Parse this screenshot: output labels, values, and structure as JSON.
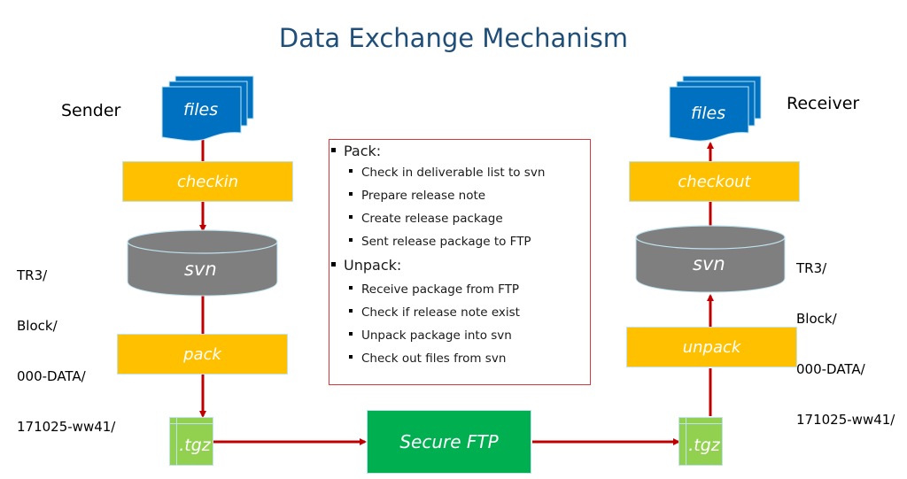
{
  "title": "Data Exchange Mechanism",
  "sender": {
    "label": "Sender",
    "files": "files",
    "checkin": "checkin",
    "svn": "svn",
    "svn_path": [
      "TR3/",
      "Block/",
      "000-DATA/",
      "171025-ww41/"
    ],
    "pack": "pack",
    "tgz": ".tgz"
  },
  "receiver": {
    "label": "Receiver",
    "files": "files",
    "checkout": "checkout",
    "svn": "svn",
    "svn_path": [
      "TR3/",
      "Block/",
      "000-DATA/",
      "171025-ww41/"
    ],
    "unpack": "unpack",
    "tgz": ".tgz"
  },
  "transfer": {
    "label": "Secure FTP"
  },
  "steps": {
    "pack": {
      "heading": "Pack:",
      "items": [
        "Check in deliverable list to svn",
        "Prepare release note",
        "Create release package",
        "Sent release package to FTP"
      ]
    },
    "unpack": {
      "heading": "Unpack:",
      "items": [
        "Receive package from FTP",
        "Check if release note exist",
        "Unpack package into svn",
        "Check out files from svn"
      ]
    }
  },
  "colors": {
    "title": "#1f4e79",
    "files": "#0070c0",
    "step_box": "#ffc000",
    "svn": "#7f7f7f",
    "tgz": "#92d050",
    "ftp": "#00b050",
    "arrow": "#c00000",
    "info_border": "#d9373b"
  }
}
